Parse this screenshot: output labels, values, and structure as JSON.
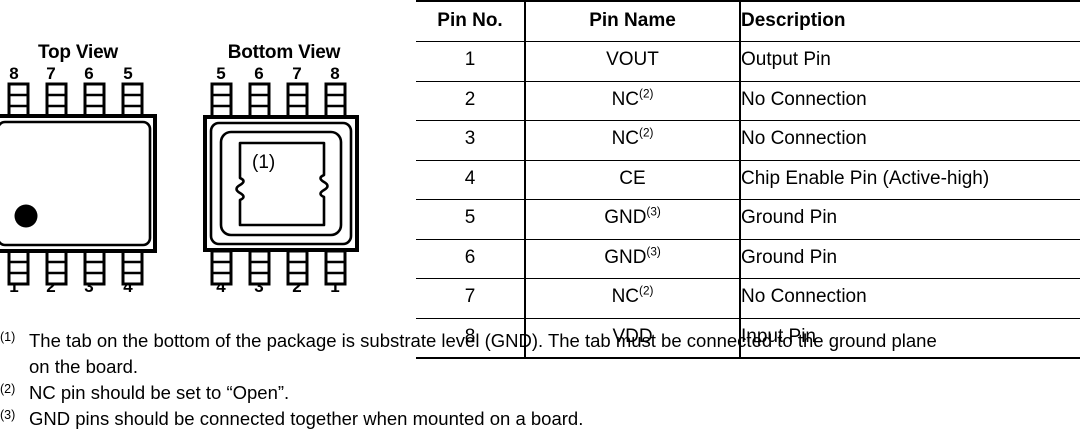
{
  "figures": {
    "top_view": {
      "title": "Top View",
      "top_pins": [
        "8",
        "7",
        "6",
        "5"
      ],
      "bottom_pins": [
        "1",
        "2",
        "3",
        "4"
      ],
      "pin1_marker": "dot"
    },
    "bottom_view": {
      "title": "Bottom View",
      "top_pins": [
        "5",
        "6",
        "7",
        "8"
      ],
      "bottom_pins": [
        "4",
        "3",
        "2",
        "1"
      ],
      "pad_label": "(1)"
    }
  },
  "table": {
    "headers": [
      "Pin No.",
      "Pin Name",
      "Description"
    ],
    "rows": [
      {
        "no": "1",
        "name": "VOUT",
        "name_note": "",
        "desc": "Output Pin"
      },
      {
        "no": "2",
        "name": "NC",
        "name_note": "(2)",
        "desc": "No Connection"
      },
      {
        "no": "3",
        "name": "NC",
        "name_note": "(2)",
        "desc": "No Connection"
      },
      {
        "no": "4",
        "name": "CE",
        "name_note": "",
        "desc": "Chip Enable Pin (Active-high)"
      },
      {
        "no": "5",
        "name": "GND",
        "name_note": "(3)",
        "desc": "Ground Pin"
      },
      {
        "no": "6",
        "name": "GND",
        "name_note": "(3)",
        "desc": "Ground Pin"
      },
      {
        "no": "7",
        "name": "NC",
        "name_note": "(2)",
        "desc": "No Connection"
      },
      {
        "no": "8",
        "name": "VDD",
        "name_note": "",
        "desc": "Input Pin"
      }
    ]
  },
  "footnotes": [
    {
      "marker": "(1)",
      "text": "The tab on the bottom of the package is substrate level (GND). The tab must be connected to the ground plane",
      "continuation": "on the board."
    },
    {
      "marker": "(2)",
      "text": "NC pin should be set to “Open”.",
      "continuation": ""
    },
    {
      "marker": "(3)",
      "text": "GND pins should be connected together when mounted on a board.",
      "continuation": ""
    }
  ],
  "colors": {
    "ink": "#000000",
    "background": "#ffffff"
  }
}
